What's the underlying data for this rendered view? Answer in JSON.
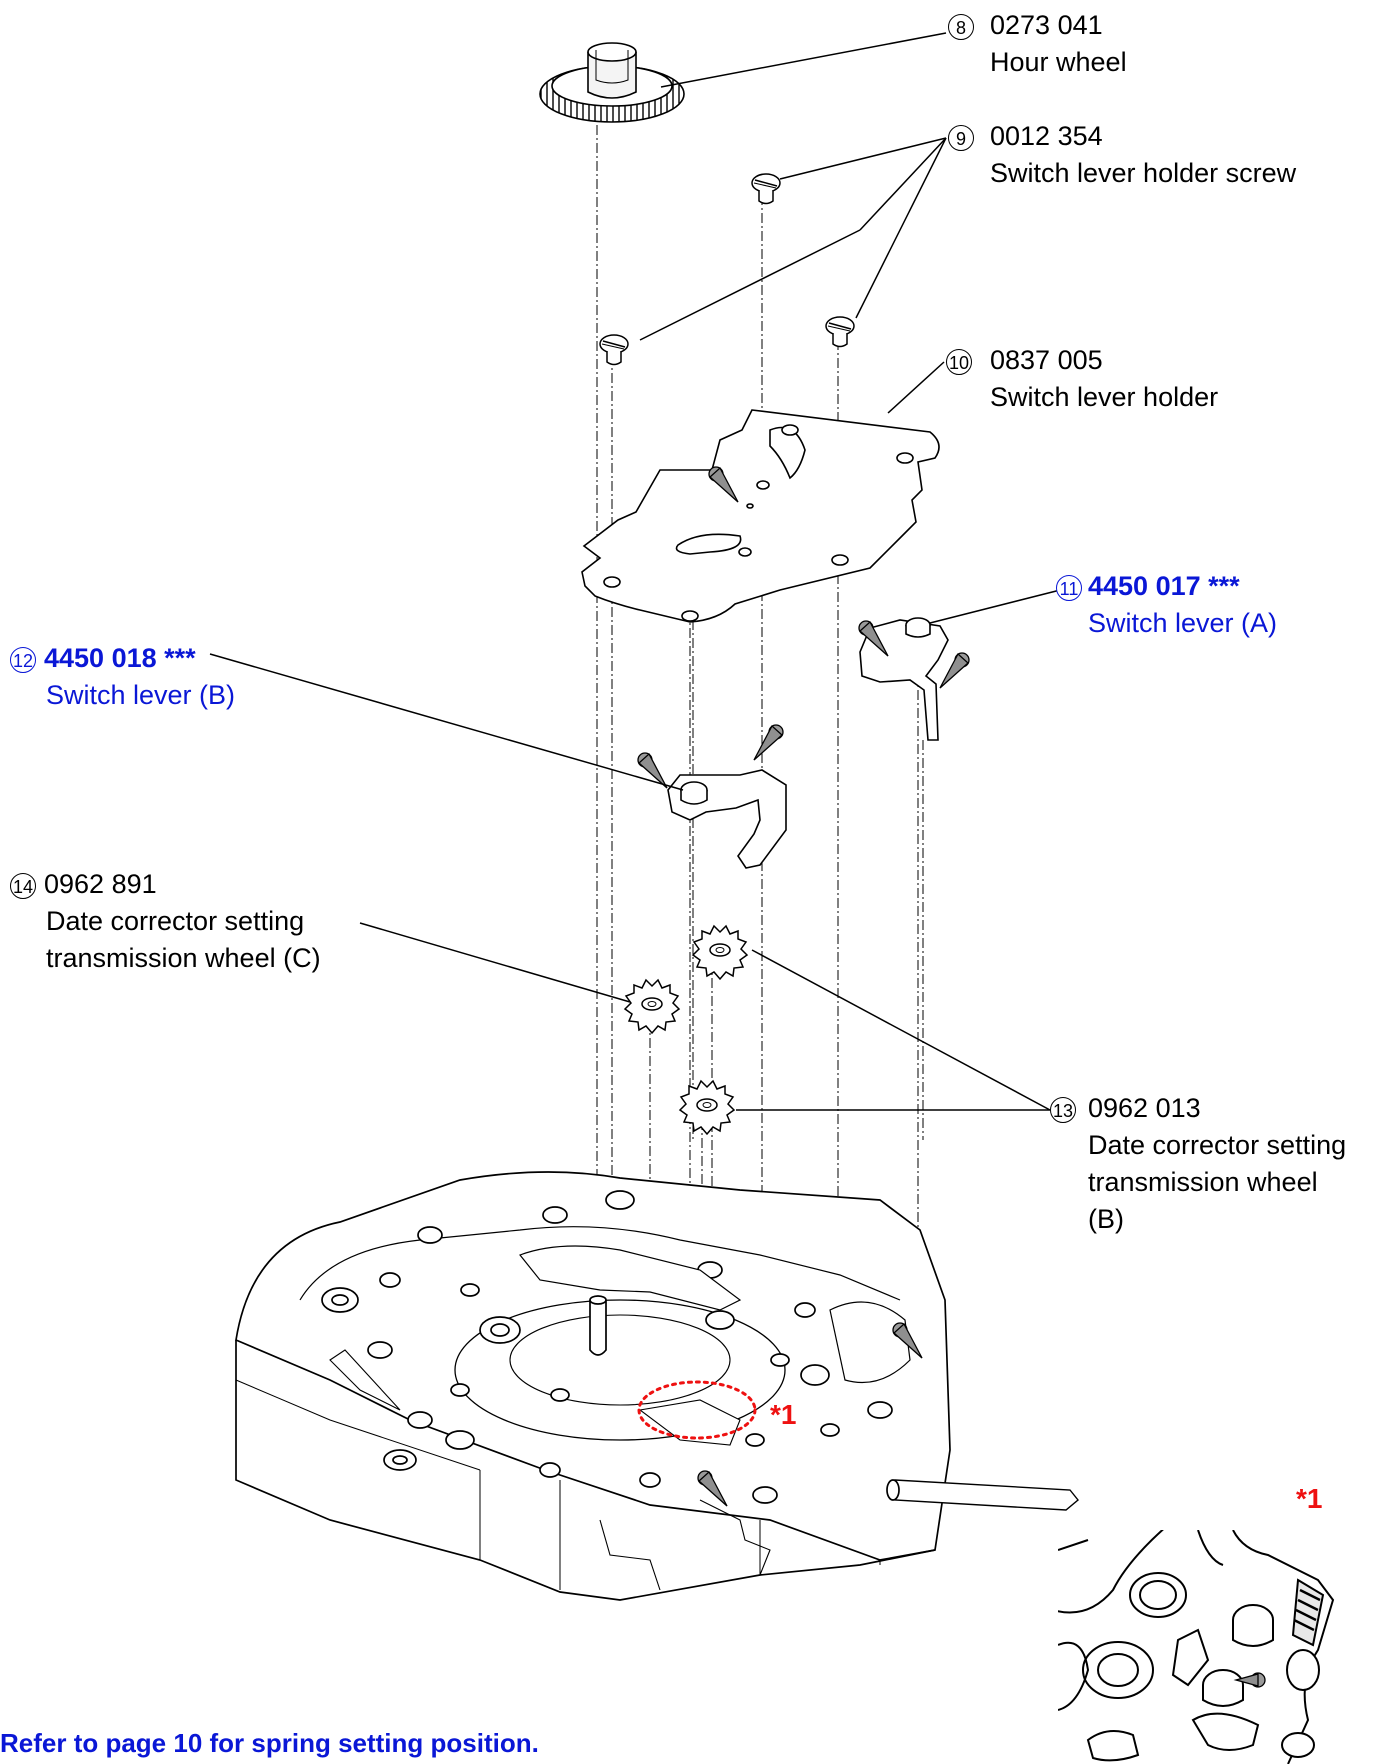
{
  "parts": [
    {
      "no": "8",
      "code": "0273 041",
      "name": "Hour wheel"
    },
    {
      "no": "9",
      "code": "0012 354",
      "name": "Switch lever holder screw"
    },
    {
      "no": "10",
      "code": "0837 005",
      "name": "Switch lever holder"
    },
    {
      "no": "11",
      "code": "4450 017 ***",
      "name": "Switch lever (A)"
    },
    {
      "no": "12",
      "code": "4450 018 ***",
      "name": "Switch lever (B)"
    },
    {
      "no": "13",
      "code": "0962 013",
      "name_lines": [
        "Date corrector setting",
        "transmission wheel",
        "(B)"
      ]
    },
    {
      "no": "14",
      "code": "0962 891",
      "name_lines": [
        "Date corrector setting",
        "transmission wheel (C)"
      ]
    }
  ],
  "detail_mark": "*1",
  "note": "Refer to page 10 for spring setting position.",
  "colors": {
    "highlight_blue": "#0a17d6",
    "mark_red": "#ee1111",
    "oil_grey": "#8a8a8a"
  }
}
